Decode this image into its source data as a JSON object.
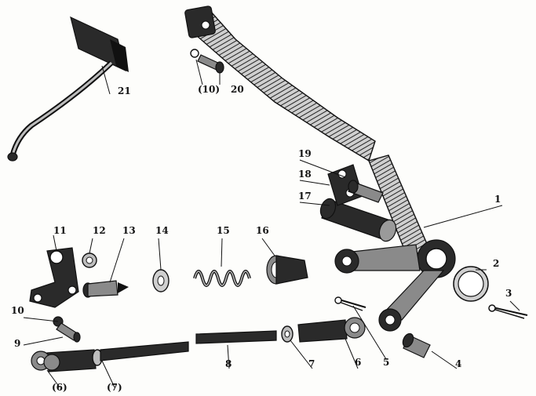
{
  "labels": {
    "l1": "1",
    "l2": "2",
    "l3": "3",
    "l4": "4",
    "l5": "5",
    "l6": "6",
    "l6b": "(6)",
    "l7": "7",
    "l7b": "(7)",
    "l8": "8",
    "l9": "9",
    "l10": "10",
    "l10b": "(10)",
    "l11": "11",
    "l12": "12",
    "l13": "13",
    "l14": "14",
    "l15": "15",
    "l16": "16",
    "l17": "17",
    "l18": "18",
    "l19": "19",
    "l20": "20",
    "l21": "21"
  }
}
